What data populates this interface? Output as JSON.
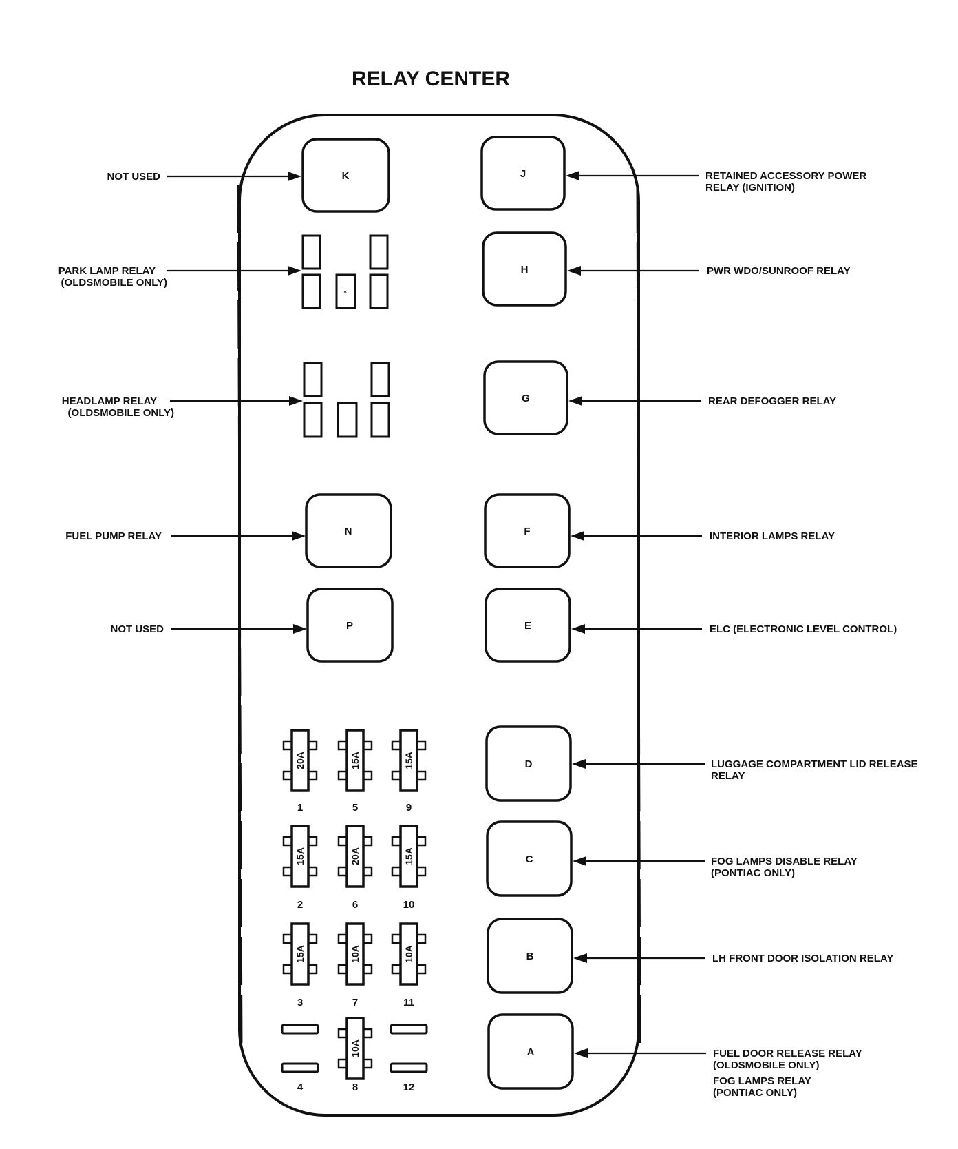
{
  "title": "RELAY CENTER",
  "relays": {
    "K": "K",
    "J": "J",
    "H": "H",
    "G": "G",
    "N": "N",
    "F": "F",
    "P": "P",
    "E": "E",
    "D": "D",
    "C": "C",
    "B": "B",
    "A": "A"
  },
  "labels_left": {
    "k": [
      "NOT USED"
    ],
    "park": [
      "PARK LAMP RELAY",
      "(OLDSMOBILE ONLY)"
    ],
    "head": [
      "HEADLAMP RELAY",
      "(OLDSMOBILE ONLY)"
    ],
    "n": [
      "FUEL PUMP RELAY"
    ],
    "p": [
      "NOT USED"
    ]
  },
  "labels_right": {
    "j": [
      "RETAINED ACCESSORY POWER",
      "RELAY (IGNITION)"
    ],
    "h": [
      "PWR WDO/SUNROOF RELAY"
    ],
    "g": [
      "REAR DEFOGGER RELAY"
    ],
    "f": [
      "INTERIOR LAMPS RELAY"
    ],
    "e": [
      "ELC (ELECTRONIC LEVEL CONTROL)"
    ],
    "d": [
      "LUGGAGE COMPARTMENT LID RELEASE",
      "RELAY"
    ],
    "c": [
      "FOG LAMPS DISABLE RELAY",
      "(PONTIAC ONLY)"
    ],
    "b": [
      "LH FRONT DOOR ISOLATION RELAY"
    ],
    "a": [
      "FUEL DOOR RELEASE RELAY",
      "(OLDSMOBILE ONLY)",
      "FOG LAMPS RELAY",
      "(PONTIAC ONLY)"
    ]
  },
  "fuses": [
    {
      "num": "1",
      "rating": "20A"
    },
    {
      "num": "2",
      "rating": "15A"
    },
    {
      "num": "3",
      "rating": "15A"
    },
    {
      "num": "4",
      "rating": ""
    },
    {
      "num": "5",
      "rating": "15A"
    },
    {
      "num": "6",
      "rating": "20A"
    },
    {
      "num": "7",
      "rating": "10A"
    },
    {
      "num": "8",
      "rating": "10A"
    },
    {
      "num": "9",
      "rating": "15A"
    },
    {
      "num": "10",
      "rating": "15A"
    },
    {
      "num": "11",
      "rating": "10A"
    },
    {
      "num": "12",
      "rating": ""
    }
  ]
}
